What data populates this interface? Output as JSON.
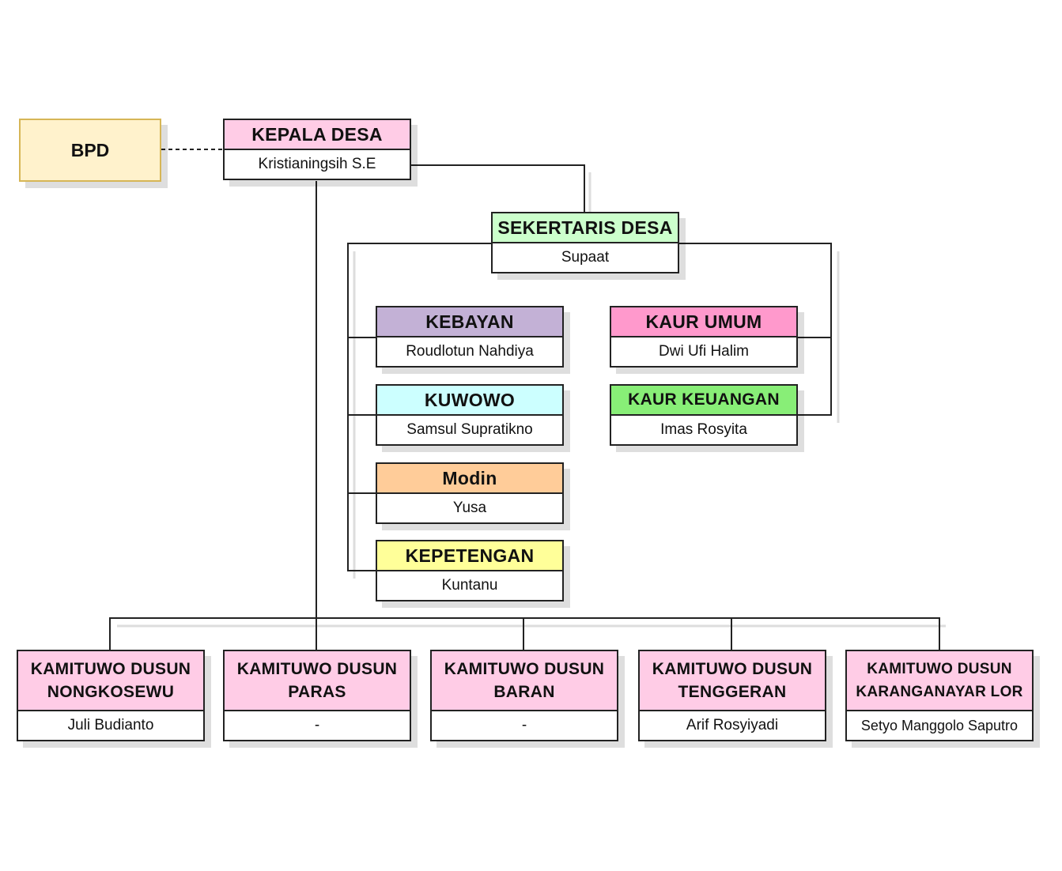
{
  "bpd": {
    "label": "BPD",
    "color": "#fff2cc"
  },
  "kepala_desa": {
    "title": "KEPALA DESA",
    "name": "Kristianingsih S.E",
    "color": "#ffcce6"
  },
  "sekretaris": {
    "title": "SEKERTARIS DESA",
    "name": "Supaat",
    "color": "#ccffcc"
  },
  "kebayan": {
    "title": "KEBAYAN",
    "name": "Roudlotun Nahdiya",
    "color": "#c3b1d6"
  },
  "kuwowo": {
    "title": "KUWOWO",
    "name": "Samsul Supratikno",
    "color": "#ccffff"
  },
  "modin": {
    "title": "Modin",
    "name": "Yusa",
    "color": "#ffcc99"
  },
  "kepetengan": {
    "title": "KEPETENGAN",
    "name": "Kuntanu",
    "color": "#ffff99"
  },
  "kaur_umum": {
    "title": "KAUR UMUM",
    "name": "Dwi Ufi Halim",
    "color": "#ff99cc"
  },
  "kaur_keuangan": {
    "title": "KAUR KEUANGAN",
    "name": "Imas Rosyita",
    "color": "#88ee77"
  },
  "dusun": [
    {
      "title_line1": "KAMITUWO DUSUN",
      "title_line2": "NONGKOSEWU",
      "name": "Juli Budianto"
    },
    {
      "title_line1": "KAMITUWO DUSUN",
      "title_line2": "PARAS",
      "name": "-"
    },
    {
      "title_line1": "KAMITUWO DUSUN",
      "title_line2": "BARAN",
      "name": "-"
    },
    {
      "title_line1": "KAMITUWO DUSUN",
      "title_line2": "TENGGERAN",
      "name": "Arif Rosyiyadi"
    },
    {
      "title_line1": "KAMITUWO DUSUN",
      "title_line2": "KARANGANAYAR LOR",
      "name": "Setyo Manggolo Saputro"
    }
  ],
  "dusun_color": "#ffcce6"
}
